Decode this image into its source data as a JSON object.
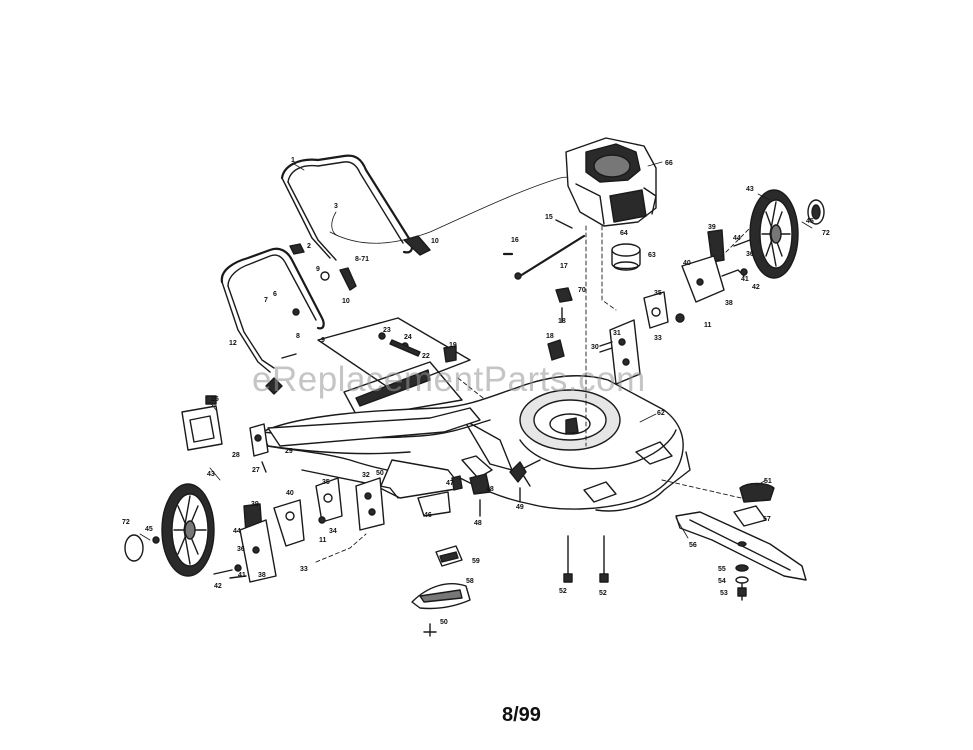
{
  "watermark": "eReplacementParts.com",
  "page_date": "8/99",
  "part_numbers": {
    "p1": "1",
    "p2": "2",
    "p3": "3",
    "p6": "6",
    "p7": "7",
    "p8": "8",
    "p9": "9",
    "p10": "10",
    "p10b": "10",
    "p11": "11",
    "p12": "12",
    "p15": "15",
    "p16": "16",
    "p17": "17",
    "p18": "18",
    "p19": "19",
    "p22": "22",
    "p23": "23",
    "p24": "24",
    "p25": "25",
    "p27": "27",
    "p28": "28",
    "p29": "29",
    "p31": "31",
    "p32": "32",
    "p33": "33",
    "p34": "34",
    "p35": "35",
    "p36": "36",
    "p38": "38",
    "p39": "39",
    "p40": "40",
    "p41": "41",
    "p42": "42",
    "p43": "43",
    "p44": "44",
    "p45": "45",
    "p46": "46",
    "p47": "47",
    "p48": "48",
    "p49": "49",
    "p50": "50",
    "p51": "51",
    "p52": "52",
    "p53": "53",
    "p54": "54",
    "p55": "55",
    "p56": "56",
    "p57": "57",
    "p58": "58",
    "p59": "59",
    "p61": "61",
    "p62": "62",
    "p63": "63",
    "p64": "64",
    "p66": "66",
    "p70": "70",
    "p71": "8-71",
    "p72": "72",
    "p72b": "72",
    "p43b": "43",
    "p45b": "45",
    "p39b": "39",
    "p40b": "40",
    "p42b": "42",
    "p41b": "41",
    "p38b": "38",
    "p44b": "44",
    "p36b": "36",
    "p11b": "11",
    "p35b": "35",
    "p33b": "33",
    "p31b": "31",
    "p30": "30",
    "p18b": "18",
    "p46b": "46",
    "p48b": "48",
    "p48c": "48",
    "p50b": "50",
    "p49b": "49",
    "p52b": "52",
    "p32b": "32",
    "p9b": "9"
  }
}
